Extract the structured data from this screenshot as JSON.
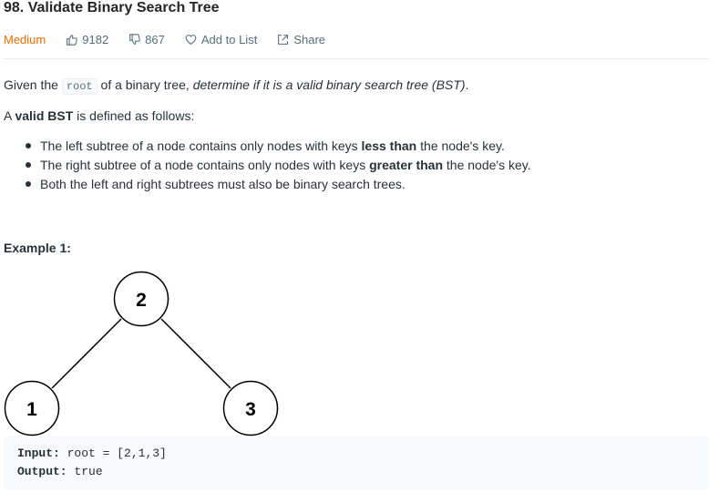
{
  "problem": {
    "title": "98. Validate Binary Search Tree",
    "difficulty": "Medium",
    "likes": "9182",
    "dislikes": "867",
    "add_to_list": "Add to List",
    "share": "Share"
  },
  "description": {
    "intro_prefix": "Given the",
    "intro_code": "root",
    "intro_mid": "of a binary tree,",
    "intro_italic": "determine if it is a valid binary search tree (BST)",
    "intro_end": ".",
    "bst_prefix": "A",
    "bst_bold": "valid BST",
    "bst_suffix": "is defined as follows:",
    "rules": [
      {
        "pre": "The left subtree of a node contains only nodes with keys",
        "bold": "less than",
        "post": "the node's key."
      },
      {
        "pre": "The right subtree of a node contains only nodes with keys",
        "bold": "greater than",
        "post": "the node's key."
      },
      {
        "pre": "Both the left and right subtrees must also be binary search trees.",
        "bold": "",
        "post": ""
      }
    ]
  },
  "example": {
    "title": "Example 1:",
    "tree_nodes": [
      "2",
      "1",
      "3"
    ],
    "input_label": "Input:",
    "input_value": "root = [2,1,3]",
    "output_label": "Output:",
    "output_value": "true"
  },
  "colors": {
    "difficulty_medium": "#ef6c00",
    "meta_text": "#546e7a",
    "code_bg": "#f7f9fa"
  },
  "icons": [
    "thumbs-up-icon",
    "thumbs-down-icon",
    "heart-icon",
    "share-icon"
  ]
}
